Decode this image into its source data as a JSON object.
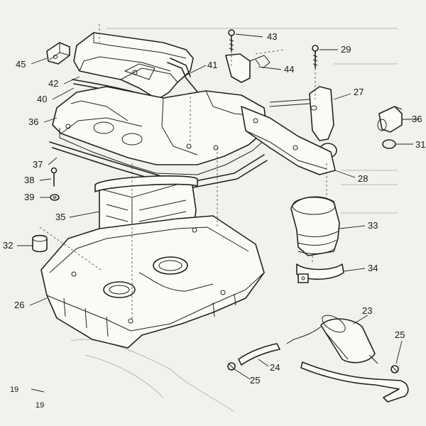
{
  "diagram": {
    "callouts": [
      {
        "id": "c43",
        "label": "43"
      },
      {
        "id": "c29",
        "label": "29"
      },
      {
        "id": "c45",
        "label": "45"
      },
      {
        "id": "c41",
        "label": "41"
      },
      {
        "id": "c44",
        "label": "44"
      },
      {
        "id": "c42",
        "label": "42"
      },
      {
        "id": "c27",
        "label": "27"
      },
      {
        "id": "c40",
        "label": "40"
      },
      {
        "id": "c36r",
        "label": "36"
      },
      {
        "id": "c36",
        "label": "36"
      },
      {
        "id": "c31",
        "label": "31"
      },
      {
        "id": "c37",
        "label": "37"
      },
      {
        "id": "c28",
        "label": "28"
      },
      {
        "id": "c38",
        "label": "38"
      },
      {
        "id": "c39",
        "label": "39"
      },
      {
        "id": "c35",
        "label": "35"
      },
      {
        "id": "c33",
        "label": "33"
      },
      {
        "id": "c32",
        "label": "32"
      },
      {
        "id": "c34",
        "label": "34"
      },
      {
        "id": "c26",
        "label": "26"
      },
      {
        "id": "c23",
        "label": "23"
      },
      {
        "id": "c25r",
        "label": "25"
      },
      {
        "id": "c24",
        "label": "24"
      },
      {
        "id": "c25",
        "label": "25"
      },
      {
        "id": "c19",
        "label": "19"
      },
      {
        "id": "c19b",
        "label": "19"
      }
    ]
  }
}
